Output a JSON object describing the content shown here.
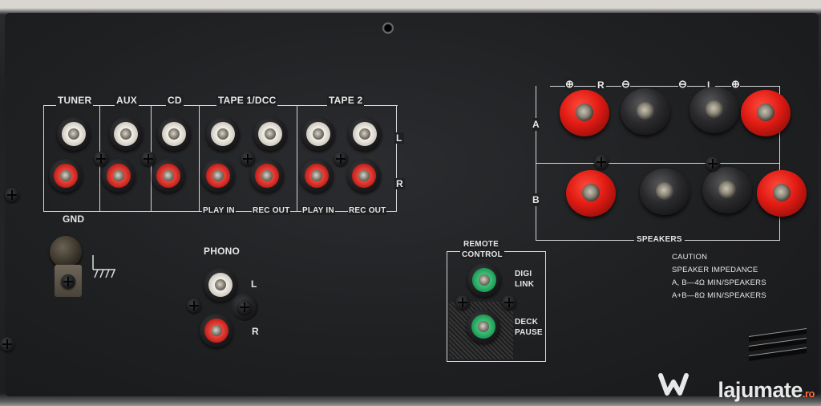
{
  "inputs": {
    "tuner": "TUNER",
    "aux": "AUX",
    "cd": "CD",
    "tape1": "TAPE 1/DCC",
    "tape2": "TAPE 2",
    "play_in_1": "PLAY IN",
    "rec_out_1": "REC OUT",
    "play_in_2": "PLAY IN",
    "rec_out_2": "REC OUT",
    "channel_l": "L",
    "channel_r": "R",
    "gnd": "GND"
  },
  "phono": {
    "title": "PHONO",
    "channel_l": "L",
    "channel_r": "R"
  },
  "remote": {
    "title_line1": "REMOTE",
    "title_line2": "CONTROL",
    "digi_line1": "DIGI",
    "digi_line2": "LINK",
    "deck_line1": "DECK",
    "deck_line2": "PAUSE"
  },
  "speakers": {
    "title": "SPEAKERS",
    "row_a": "A",
    "row_b": "B",
    "r_label": "R",
    "l_label": "L",
    "plus": "⊕",
    "minus": "⊖"
  },
  "caution": {
    "line1": "CAUTION",
    "line2": "SPEAKER IMPEDANCE",
    "line3": "A, B—4Ω  MIN/SPEAKERS",
    "line4": "A+B—8Ω  MIN/SPEAKERS"
  },
  "watermark": {
    "text": "lajumate",
    "suffix": ".ro"
  },
  "colors": {
    "panel": "#1f2022",
    "label_text": "#e6e6e6",
    "jack_red": "#c31f1a",
    "jack_white": "#f2efe8",
    "jack_green": "#1c9a55",
    "post_red": "#e01b14",
    "post_black": "#2a2a2c"
  }
}
